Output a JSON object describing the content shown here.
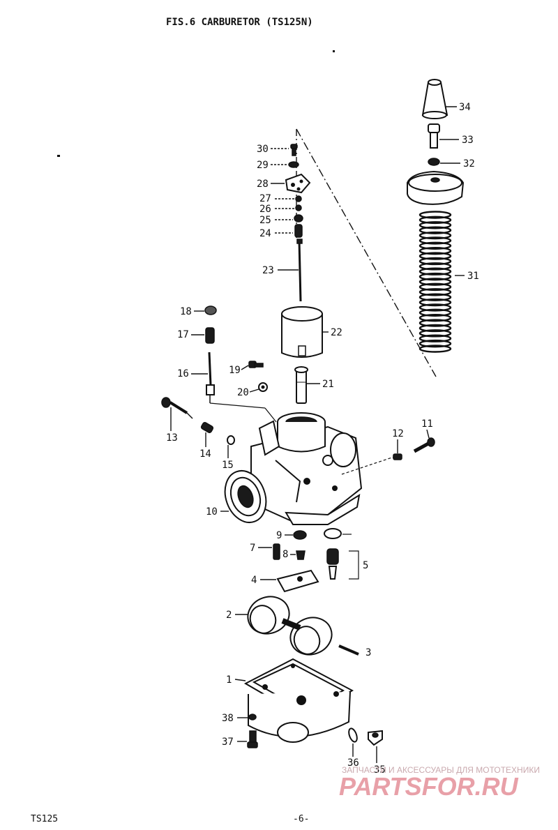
{
  "header": {
    "title": "FIS.6  CARBURETOR (TS125N)"
  },
  "footer": {
    "model": "TS125",
    "page": "-6-"
  },
  "watermark": {
    "tagline": "ЗАПЧАСТИ И АКСЕССУАРЫ ДЛЯ МОТОТЕХНИКИ",
    "logo": "PARTSFOR.RU",
    "logo_color": "#e8a0a8"
  },
  "callouts": {
    "c1": "1",
    "c2": "2",
    "c3": "3",
    "c4": "4",
    "c5": "5",
    "c7": "7",
    "c8": "8",
    "c9": "9",
    "c10": "10",
    "c11": "11",
    "c12": "12",
    "c13": "13",
    "c14": "14",
    "c15": "15",
    "c16": "16",
    "c17": "17",
    "c18": "18",
    "c19": "19",
    "c20": "20",
    "c21": "21",
    "c22": "22",
    "c23": "23",
    "c24": "24",
    "c25": "25",
    "c26": "26",
    "c27": "27",
    "c28": "28",
    "c29": "29",
    "c30": "30",
    "c31": "31",
    "c32": "32",
    "c33": "33",
    "c34": "34",
    "c35": "35",
    "c36": "36",
    "c37": "37",
    "c38": "38"
  }
}
